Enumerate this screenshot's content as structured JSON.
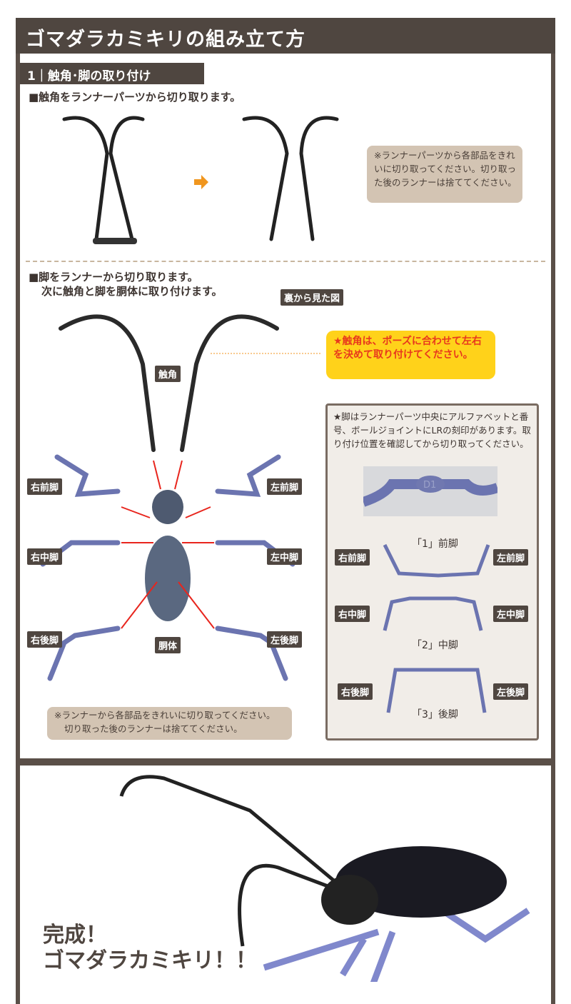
{
  "header": {
    "title": "ゴマダラカミキリの組み立て方"
  },
  "section1": {
    "title": "1｜触角･脚の取り付け",
    "step1": "■触角をランナーパーツから切り取ります。",
    "note1": "※ランナーパーツから各部品をきれいに切り取ってください。切り取った後のランナーは捨ててください。",
    "step2_line1": "■脚をランナーから切り取ります。",
    "step2_line2": "次に触角と脚を胴体に取り付けます。",
    "back_view": "裏から見た図",
    "antenna_tip": "★触角は、ポーズに合わせて左右を決めて取り付けてください。",
    "labels": {
      "antenna": "触角",
      "body": "胴体",
      "rf": "右前脚",
      "lf": "左前脚",
      "rm": "右中脚",
      "lm": "左中脚",
      "rr": "右後脚",
      "lr": "左後脚"
    },
    "note2_line1": "※ランナーから各部品をきれいに切り取ってください。",
    "note2_line2": "切り取った後のランナーは捨ててください。",
    "panel": {
      "text": "★脚はランナーパーツ中央にアルファベットと番号、ボールジョイントにLRの刻印があります。取り付け位置を確認してから切り取ってください。",
      "photo_mark": "D1",
      "front": "「1」前脚",
      "middle": "「2」中脚",
      "rear": "「3」後脚"
    }
  },
  "final": {
    "line1": "完成！",
    "line2": "ゴマダラカミキリ！！"
  },
  "colors": {
    "brown": "#4f4640",
    "yellow": "#ffd21a",
    "leg": "#6b74b0",
    "arrow": "#f0961e"
  }
}
